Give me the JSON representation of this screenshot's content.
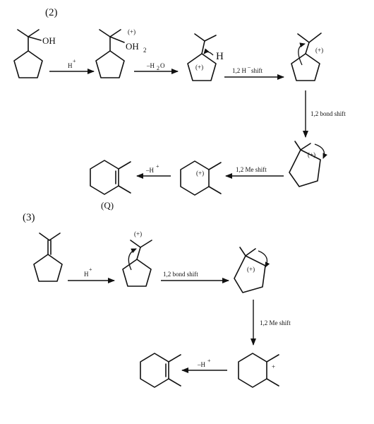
{
  "part2": {
    "number": "(2)",
    "sm_oh": "OH",
    "h_plus": "H",
    "h_plus_sup": "+",
    "oh2_charge": "(+)",
    "oh2_label": "OH",
    "oh2_sub": "2",
    "minus_water": "–H",
    "minus_water_sub": "2",
    "minus_water_o": "O",
    "cation_charge": "(+)",
    "h_atom": "H",
    "shift1": "1,2 H",
    "shift1_sup": "–",
    "shift1_rest": " shift",
    "tert_charge": "(+)",
    "shift2": "1,2 bond shift",
    "spiro_charge": "(+)",
    "shift3": "1,2 Me shift",
    "hex_charge": "(+)",
    "minus_h": "–H",
    "minus_h_sup": "+",
    "product_label": "(Q)"
  },
  "part3": {
    "number": "(3)",
    "h_plus": "H",
    "h_plus_sup": "+",
    "cation_charge": "(+)",
    "shift1": "1,2 bond shift",
    "cation2_charge": "(+)",
    "shift2": "1,2 Me shift",
    "final_charge": "+",
    "minus_h": "–H",
    "minus_h_sup": "+"
  }
}
